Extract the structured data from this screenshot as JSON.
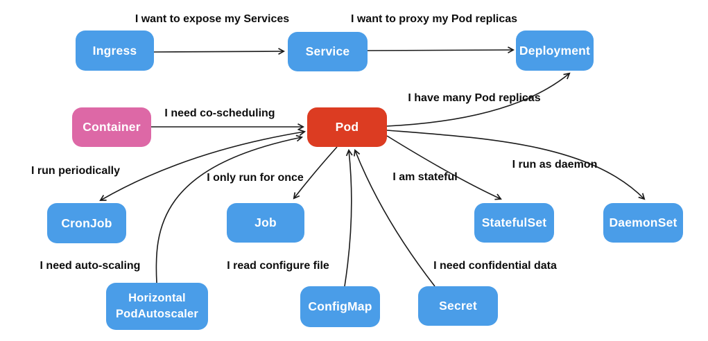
{
  "diagram": {
    "colors": {
      "node_blue": "#4a9de8",
      "node_pink": "#dd68a6",
      "node_red": "#dc3c22",
      "node_text": "#ffffff",
      "arrow": "#1a1a1a",
      "edge_label_text": "#0d0d0d",
      "background": "#ffffff"
    },
    "nodes": [
      {
        "id": "ingress",
        "label": "Ingress"
      },
      {
        "id": "service",
        "label": "Service"
      },
      {
        "id": "deployment",
        "label": "Deployment"
      },
      {
        "id": "container",
        "label": "Container"
      },
      {
        "id": "pod",
        "label": "Pod"
      },
      {
        "id": "cronjob",
        "label": "CronJob"
      },
      {
        "id": "job",
        "label": "Job"
      },
      {
        "id": "statefulset",
        "label": "StatefulSet"
      },
      {
        "id": "daemonset",
        "label": "DaemonSet"
      },
      {
        "id": "hpa",
        "label": "Horizontal PodAutoscaler",
        "label_line1": "Horizontal",
        "label_line2": "PodAutoscaler"
      },
      {
        "id": "configmap",
        "label": "ConfigMap"
      },
      {
        "id": "secret",
        "label": "Secret"
      }
    ],
    "edges": [
      {
        "from": "ingress",
        "to": "service",
        "label": "I want to expose my Services",
        "direction": "one-way"
      },
      {
        "from": "service",
        "to": "deployment",
        "label": "I want to proxy my Pod replicas",
        "direction": "one-way"
      },
      {
        "from": "pod",
        "to": "deployment",
        "label": "I have many Pod replicas",
        "direction": "one-way"
      },
      {
        "from": "container",
        "to": "pod",
        "label": "I need co-scheduling",
        "direction": "one-way"
      },
      {
        "from": "cronjob",
        "to": "pod",
        "label": "I run periodically",
        "direction": "two-way"
      },
      {
        "from": "pod",
        "to": "job",
        "label": "I only run for once",
        "direction": "one-way"
      },
      {
        "from": "pod",
        "to": "statefulset",
        "label": "I am stateful",
        "direction": "one-way"
      },
      {
        "from": "pod",
        "to": "daemonset",
        "label": "I run as daemon",
        "direction": "one-way"
      },
      {
        "from": "hpa",
        "to": "pod",
        "label": "I need auto-scaling",
        "direction": "one-way"
      },
      {
        "from": "configmap",
        "to": "pod",
        "label": "I read configure file",
        "direction": "one-way"
      },
      {
        "from": "secret",
        "to": "pod",
        "label": "I need confidential data",
        "direction": "one-way"
      }
    ]
  }
}
